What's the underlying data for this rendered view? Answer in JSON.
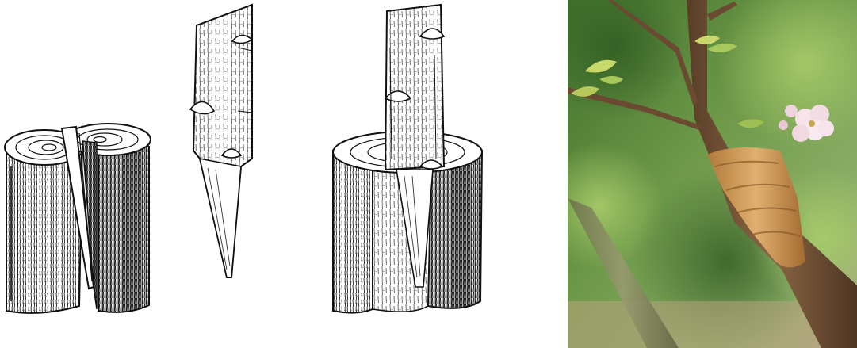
{
  "illustration": {
    "panels": [
      "split-stock",
      "scion-wedge",
      "scion-inserted"
    ],
    "ink_color": "#1a1a1a",
    "paper_color": "#ffffff"
  },
  "photo": {
    "background_color": "#6f9a4a",
    "branch_color": "#7a5a3c",
    "graft_wrap_color": "#d9a55e",
    "blossom_color": "#f6e4ea",
    "leaf_color": "#a7c85a"
  }
}
